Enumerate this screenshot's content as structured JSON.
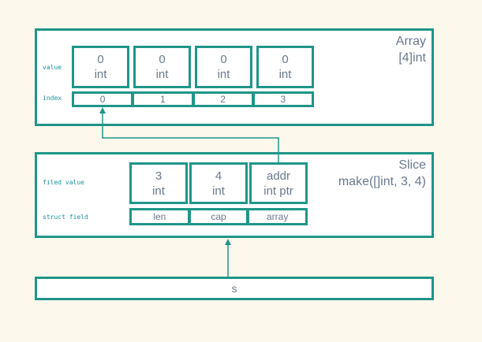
{
  "colors": {
    "background": "#FCF8EC",
    "box-bg": "#FFFFFF",
    "border-teal": "#1E9688",
    "text-gray": "#6A7A8D",
    "label-teal": "#18929B"
  },
  "array_box": {
    "title": "Array",
    "subtitle": "[4]int",
    "value_row_label": "value",
    "index_row_label": "index",
    "cells": [
      {
        "value": "0",
        "type": "int"
      },
      {
        "value": "0",
        "type": "int"
      },
      {
        "value": "0",
        "type": "int"
      },
      {
        "value": "0",
        "type": "int"
      }
    ],
    "indices": [
      "0",
      "1",
      "2",
      "3"
    ]
  },
  "slice_box": {
    "title": "Slice",
    "subtitle": "make([]int, 3, 4)",
    "field_value_row_label": "filed value",
    "struct_field_row_label": "struct field",
    "cells": [
      {
        "value": "3",
        "type": "int"
      },
      {
        "value": "4",
        "type": "int"
      },
      {
        "value": "addr",
        "type": "int ptr"
      }
    ],
    "fields": [
      "len",
      "cap",
      "array"
    ]
  },
  "variable_box": {
    "label": "s"
  }
}
